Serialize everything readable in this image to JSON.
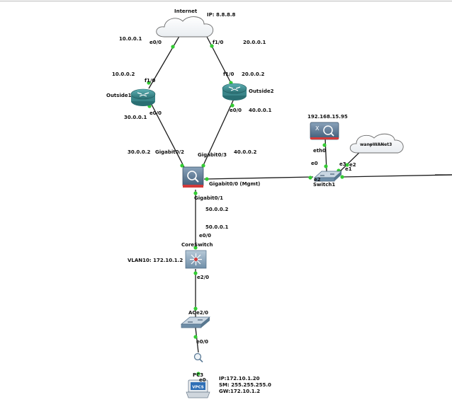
{
  "topology": {
    "internet": {
      "name": "Internet",
      "ip": "IP: 8.8.8.8"
    },
    "wan_cloud": {
      "name": "wanp̶WAN̶et3"
    },
    "outside1": {
      "name": "Outside1"
    },
    "outside2": {
      "name": "Outside2"
    },
    "mgmt_host": {
      "ip": "192.168.15.95"
    },
    "switch1": {
      "name": "Switch1"
    },
    "core_switch": {
      "name": "CoreSwitch",
      "vlan": "VLAN10: 172.10.1.2"
    },
    "access_switch": {
      "name": "AC"
    },
    "pc3": {
      "name": "PC3",
      "icon_text": "VPCS",
      "ip": "IP:172.10.1.20",
      "mask": "SM: 255.255.255.0",
      "gw": "GW:172.10.1.2"
    },
    "labels": {
      "a1": "10.0.0.1",
      "a2": "e0/0",
      "a3": "f1/0",
      "a4": "20.0.0.1",
      "b1": "10.0.0.2",
      "b2": "f1/0",
      "b3": "f1/0",
      "b4": "20.0.0.2",
      "c1": "30.0.0.1",
      "c2": "e0/0",
      "c3": "e0/0",
      "c4": "40.0.0.1",
      "d1": "30.0.0.2",
      "d2": "Gigabit0/2",
      "d3": "Gigabit0/3",
      "d4": "40.0.0.2",
      "e1": "Gigabit0/0 (Mgmt)",
      "e2": "Gigabit0/1",
      "f1": "50.0.0.2",
      "f2": "50.0.0.1",
      "f3": "e0/0",
      "g1": "e2/0",
      "g2": "e2/0",
      "g3": "e0/0",
      "g4": "e0",
      "h1": "eth0",
      "h2": "e0",
      "h3": "e3",
      "h4": "e2",
      "h5": "e1",
      "h6": "e2"
    }
  },
  "colors": {
    "link": "#1a1a1a",
    "port": "#33cc33",
    "router": "#3c8f93",
    "firewall": "#4f6c86",
    "firewall_accent": "#d33a3a",
    "switch": "#5a8bb0"
  }
}
